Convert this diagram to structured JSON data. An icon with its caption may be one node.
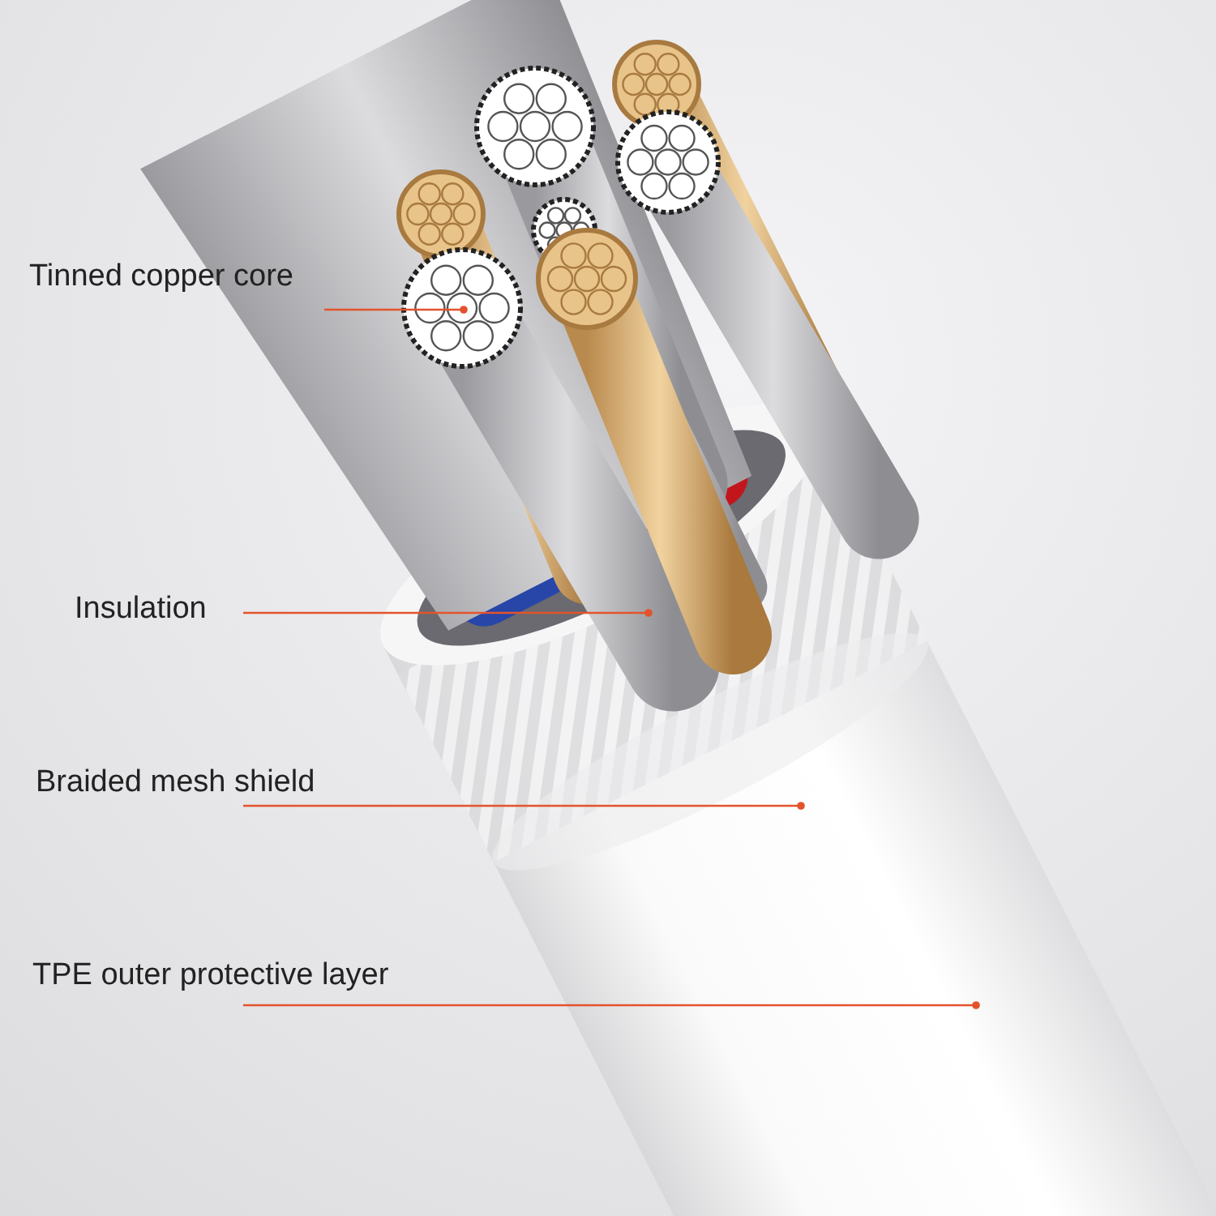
{
  "diagram": {
    "nodes": [
      {
        "text": [
          "Tinned copper core"
        ]
      },
      {
        "text": [
          "Insulation"
        ]
      },
      {
        "text": [
          "Braided mesh shield"
        ]
      },
      {
        "text": [
          "TPE outer protective layer"
        ]
      }
    ],
    "edges": [
      {
        "from": 0,
        "to": null,
        "arrow": "other"
      },
      {
        "from": 1,
        "to": null,
        "arrow": "other"
      },
      {
        "from": 2,
        "to": null,
        "arrow": "other"
      },
      {
        "from": 3,
        "to": null,
        "arrow": "other"
      }
    ]
  }
}
